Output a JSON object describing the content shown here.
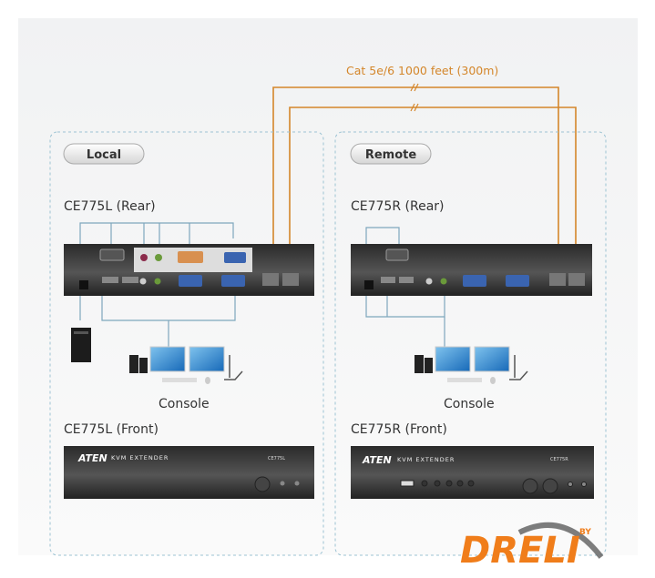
{
  "cable_label": "Cat 5e/6 1000 feet (300m)",
  "local": {
    "badge": "Local",
    "rear_title": "CE775L (Rear)",
    "console_label": "Console",
    "front_title": "CE775L (Front)",
    "front_brand": "ATEN",
    "front_product": "KVM EXTENDER",
    "front_model": "CE775L"
  },
  "remote": {
    "badge": "Remote",
    "rear_title": "CE775R (Rear)",
    "console_label": "Console",
    "front_title": "CE775R (Front)",
    "front_brand": "ATEN",
    "front_product": "KVM EXTENDER",
    "front_model": "CE775R"
  },
  "watermark": {
    "text": "DRELI",
    "by": "BY"
  },
  "colors": {
    "cable": "#d4862a",
    "frame": "#9cc3d3",
    "device": "#2e2e2e",
    "connector_line": "#7ea7bd",
    "logo": "#f07d1a"
  }
}
